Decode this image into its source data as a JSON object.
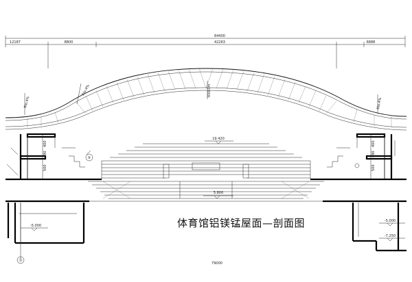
{
  "drawing": {
    "title": "体育馆铝镁锰屋面—剖面图",
    "top_total_dimension": "84400",
    "bottom_total_dimension": "79000",
    "dimension_segments": [
      "12187",
      "8800",
      "42263",
      "6888"
    ],
    "roof_slope_labels": [
      "Rlo.4%",
      "R50.0m",
      "Rlo.4%"
    ],
    "level_marks": [
      "19.420",
      "5.800",
      "-5.000",
      "-5.000",
      "-7.250"
    ],
    "side_dimensions": {
      "left": [
        "400",
        "490",
        "500"
      ],
      "right": [
        "400",
        "490",
        "500"
      ]
    },
    "axis_markers": [
      "⑤",
      "⑬"
    ]
  }
}
